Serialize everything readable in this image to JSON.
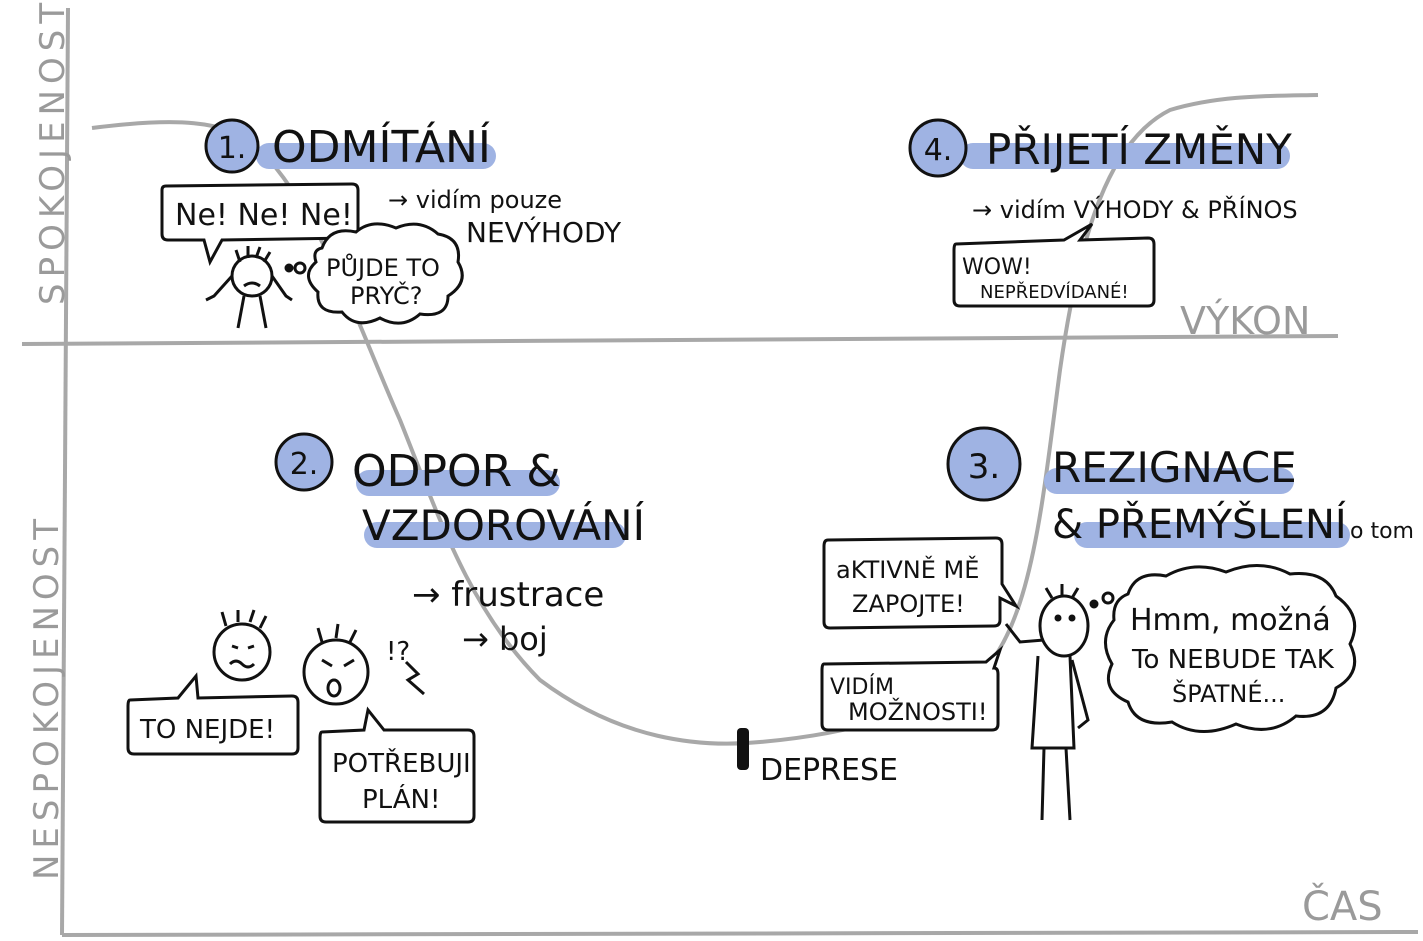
{
  "axes": {
    "y_top": "SPOKOJENOST",
    "y_bottom": "NESPOKOJENOST",
    "mid_line": "VÝKON",
    "x": "ČAS"
  },
  "colors": {
    "highlight": "#9fb3e3",
    "curve": "#a8a8a8",
    "ink": "#111111",
    "axis": "#a8a8a8"
  },
  "phases": [
    {
      "number": "1.",
      "title_lines": [
        "ODMÍTÁNÍ"
      ],
      "notes": [
        "→ vidím pouze",
        "NEVÝHODY"
      ]
    },
    {
      "number": "2.",
      "title_lines": [
        "ODPOR &",
        "VZDOROVÁNÍ"
      ],
      "notes": [
        "→ frustrace",
        "→ boj"
      ]
    },
    {
      "number": "3.",
      "title_lines": [
        "REZIGNACE",
        "& PŘEMÝŠLENÍ"
      ],
      "title_suffix": "o tom"
    },
    {
      "number": "4.",
      "title_lines": [
        "PŘIJETÍ ZMĚNY"
      ],
      "notes": [
        "→ vidím VÝHODY & PŘÍNOS"
      ]
    }
  ],
  "bubbles": {
    "nenene": "Ne! Ne! Ne!",
    "pujde_lines": [
      "PŮJDE TO",
      "PRYČ?"
    ],
    "wow_lines": [
      "WOW!",
      "NEPŘEDVÍDANÉ!"
    ],
    "to_nejde": "TO NEJDE!",
    "potrebuji_lines": [
      "POTŘEBUJI",
      "PLÁN!"
    ],
    "aktivne_lines": [
      "aKTIVNĚ MĚ",
      "ZAPOJTE!"
    ],
    "vidim_lines": [
      "VIDÍM",
      "MOŽNOSTI!"
    ],
    "hmm_lines": [
      "Hmm, možná",
      "To NEBUDE TAK",
      "ŠPATNÉ..."
    ]
  },
  "marks": {
    "exclaim": "!?",
    "deprese": "DEPRESE"
  }
}
